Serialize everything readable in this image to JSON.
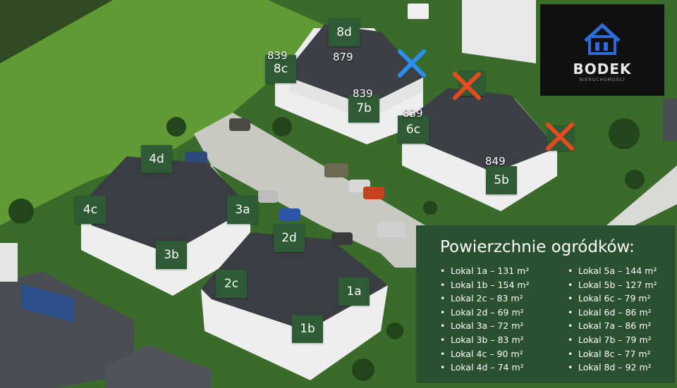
{
  "brand": {
    "name": "BODEK",
    "tagline": "NIERUCHOMOŚCI",
    "accent": "#2e6bd6"
  },
  "colors": {
    "label_bg": "#2e5a34",
    "panel_bg": "#2b5030",
    "blue_mark": "#2a8ff0",
    "red_mark": "#e84a1e"
  },
  "units": {
    "u1a": "1a",
    "u1b": "1b",
    "u2c": "2c",
    "u2d": "2d",
    "u3a": "3a",
    "u3b": "3b",
    "u4c": "4c",
    "u4d": "4d",
    "u5b": "5b",
    "u6c": "6c",
    "u7b": "7b",
    "u8c": "8c",
    "u8d": "8d"
  },
  "prices": {
    "p8c": "839",
    "p8d": "879",
    "p7b": "839",
    "p6c": "839",
    "p5b": "849"
  },
  "markers": {
    "blue": "cross-icon",
    "red": "cross-icon"
  },
  "panel": {
    "title": "Powierzchnie ogródków:",
    "left": [
      "Lokal 1a – 131 m²",
      "Lokal 1b – 154 m²",
      "Lokal 2c – 83 m²",
      "Lokal 2d – 69 m²",
      "Lokal 3a – 72 m²",
      "Lokal 3b – 83 m²",
      "Lokal 4c – 90 m²",
      "Lokal 4d – 74 m²"
    ],
    "right": [
      "Lokal 5a – 144 m²",
      "Lokal 5b – 127 m²",
      "Lokal 6c – 79 m²",
      "Lokal 6d – 86 m²",
      "Lokal 7a – 86 m²",
      "Lokal 7b – 79 m²",
      "Lokal 8c – 77 m²",
      "Lokal 8d – 92 m²"
    ]
  }
}
